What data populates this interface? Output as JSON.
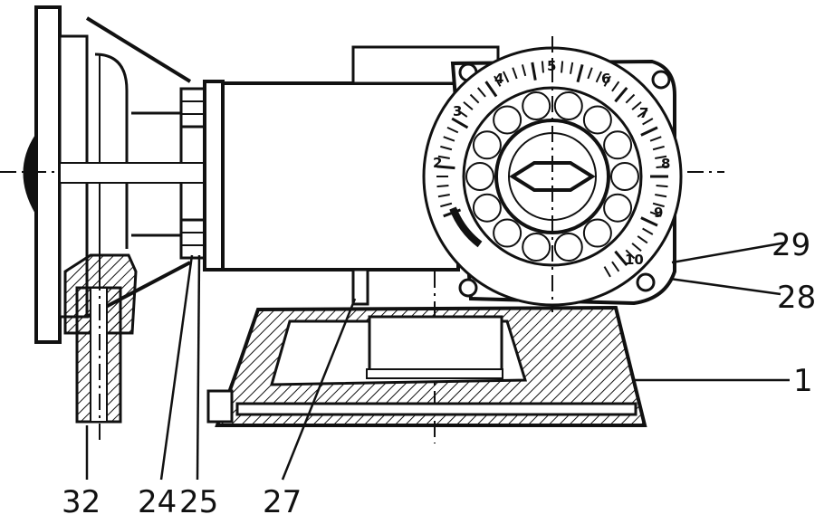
{
  "callouts": {
    "c1": "1",
    "c24": "24",
    "c25": "25",
    "c27": "27",
    "c28": "28",
    "c29": "29",
    "c32": "32"
  },
  "dial": {
    "numbers": [
      "2",
      "3",
      "4",
      "5",
      "6",
      "7",
      "8",
      "9",
      "10"
    ]
  },
  "colors": {
    "ink": "#111111",
    "paper": "#ffffff"
  }
}
